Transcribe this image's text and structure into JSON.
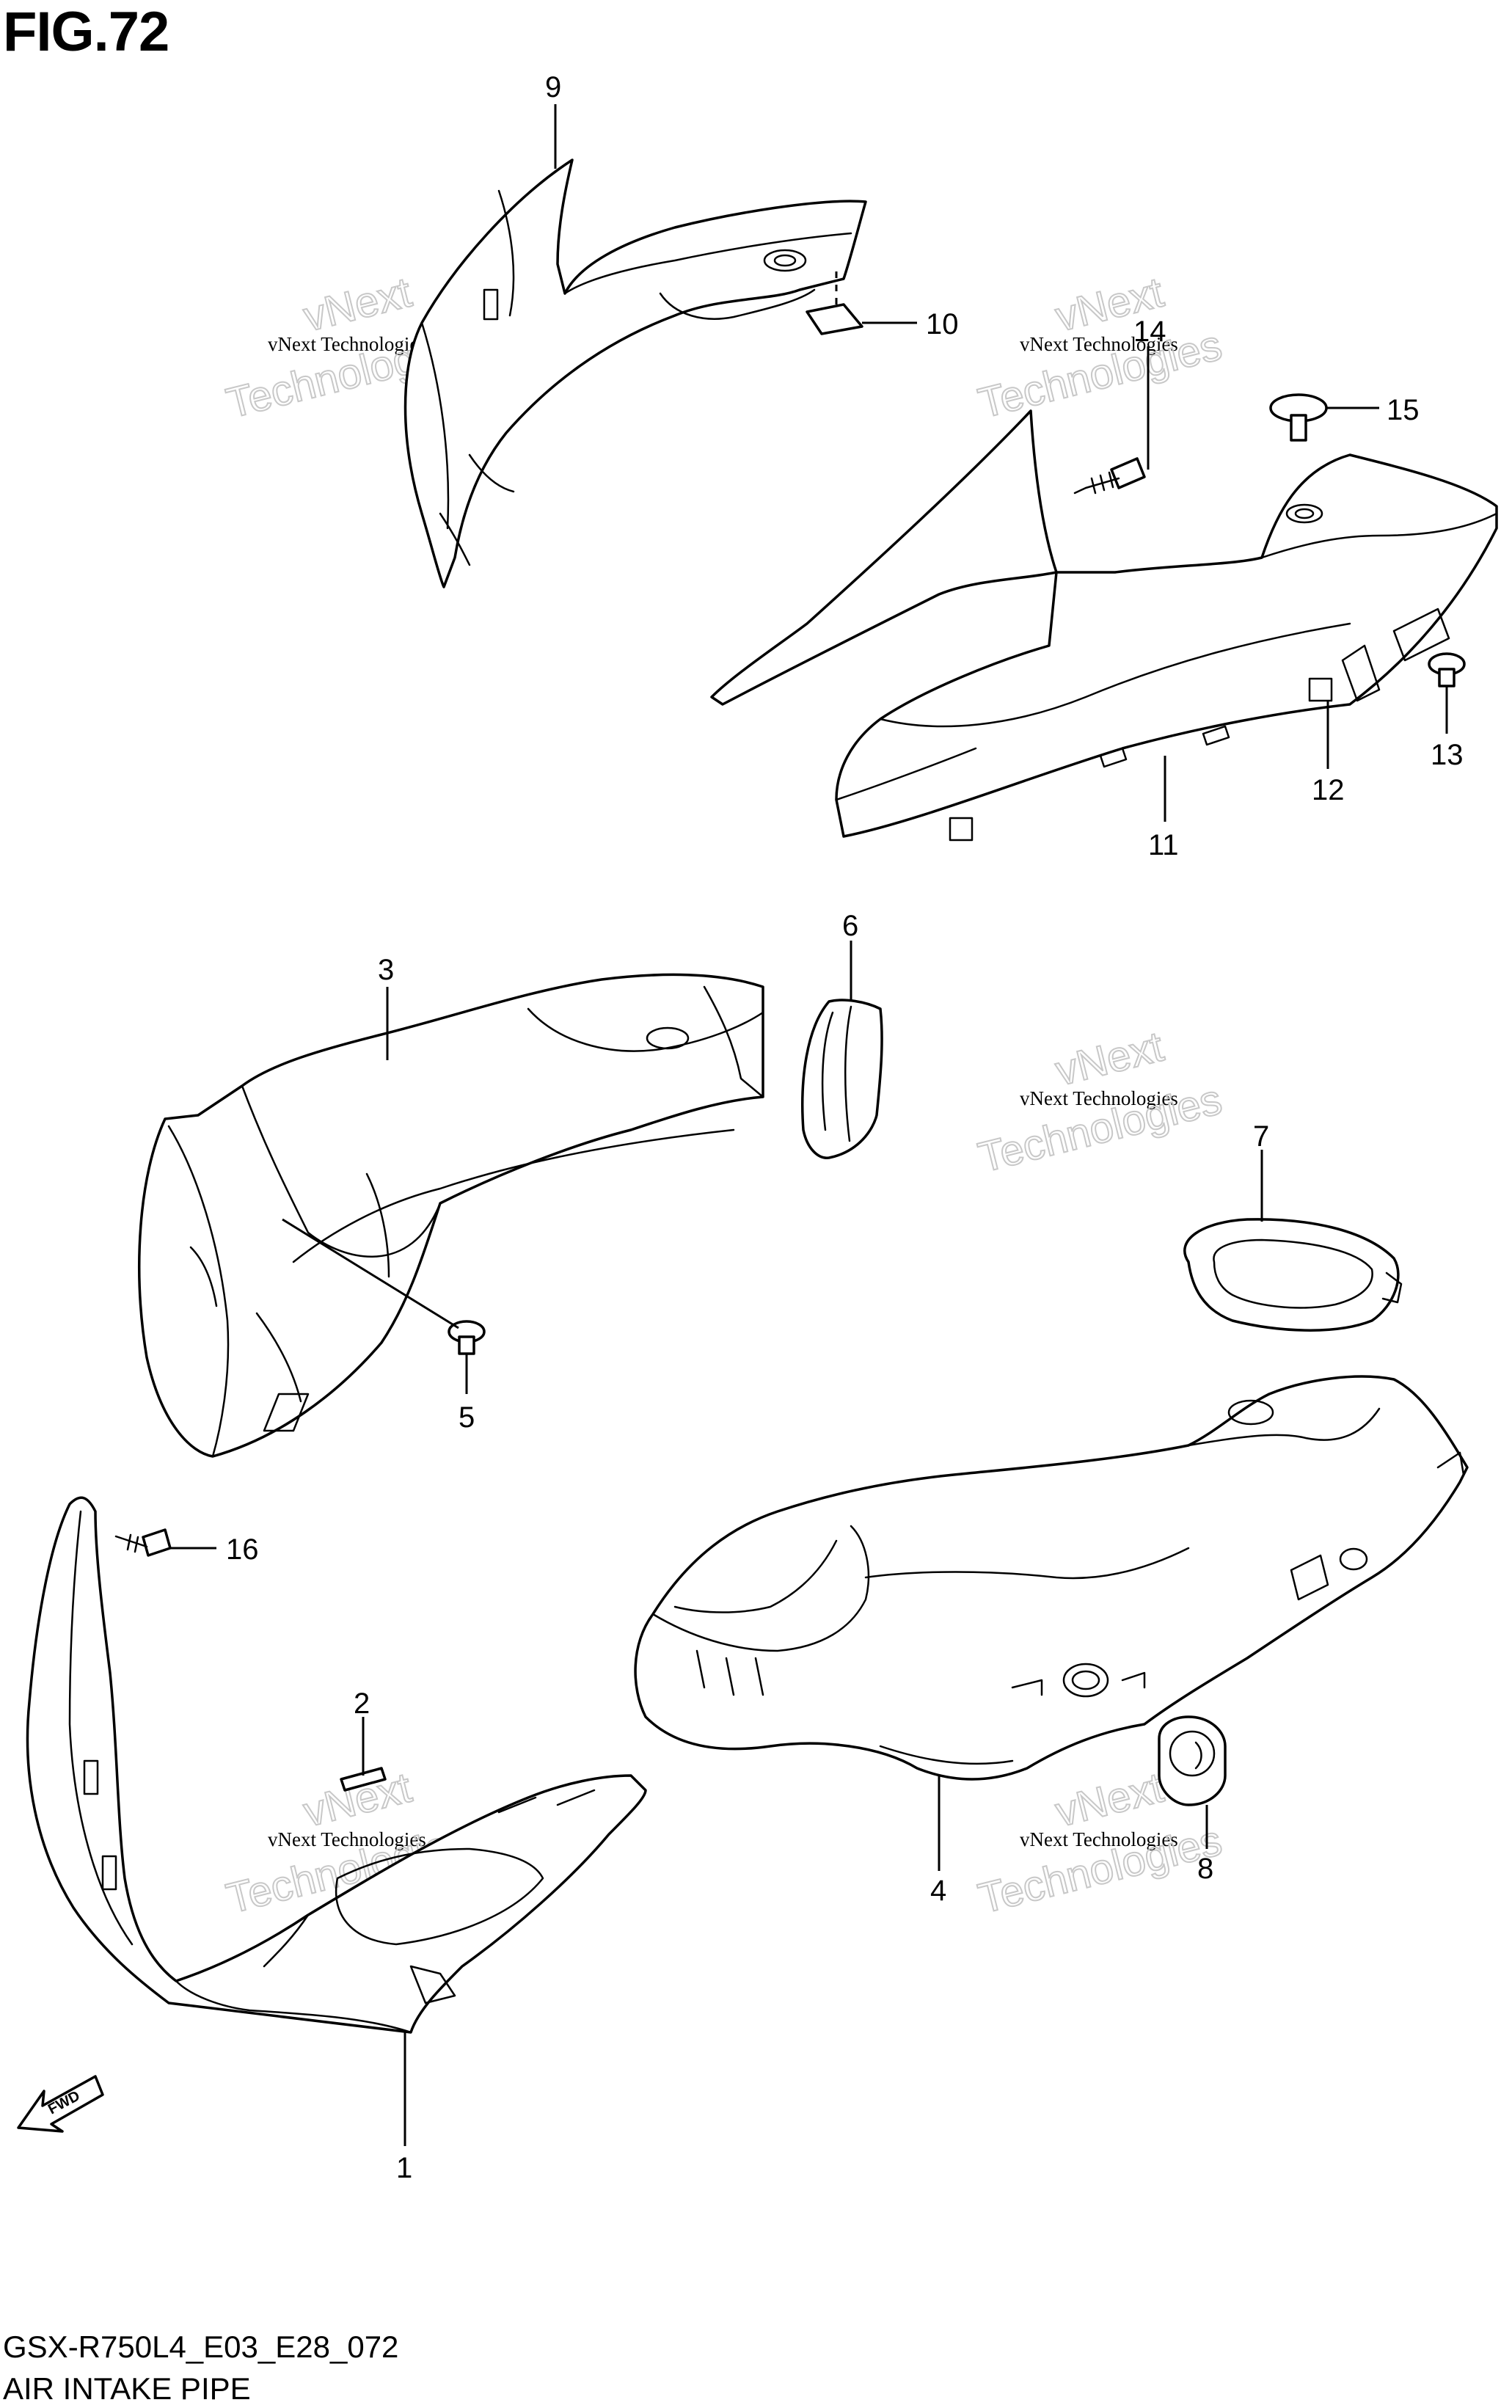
{
  "figure": {
    "title": "FIG.72",
    "code": "GSX-R750L4_E03_E28_072",
    "name": "AIR INTAKE PIPE"
  },
  "watermark": {
    "line1": "vNext",
    "line2": "vNext Technologies",
    "line3": "Technologies"
  },
  "fwd_label": "FWD",
  "callouts": [
    "1",
    "2",
    "3",
    "4",
    "5",
    "6",
    "7",
    "8",
    "9",
    "10",
    "11",
    "12",
    "13",
    "14",
    "15",
    "16"
  ]
}
